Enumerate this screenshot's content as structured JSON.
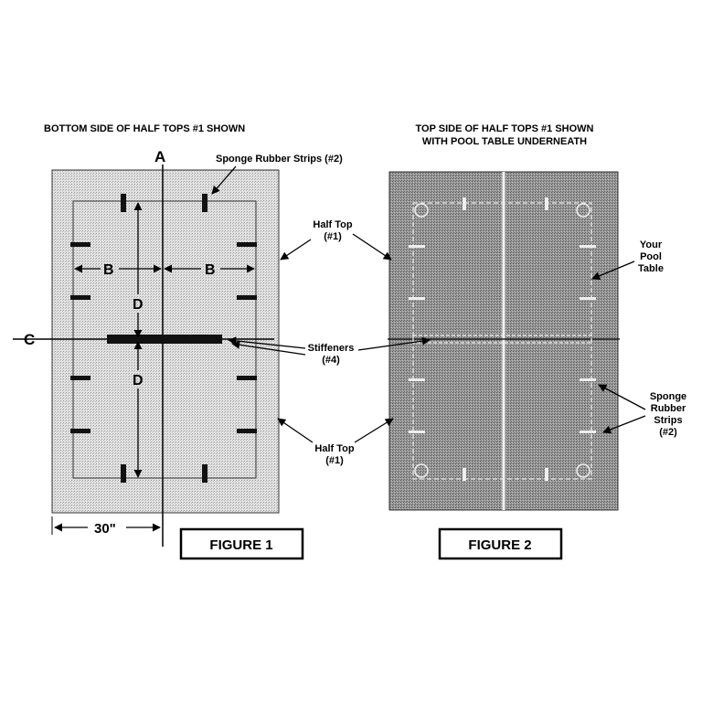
{
  "figure1": {
    "caption": "BOTTOM SIDE OF HALF TOPS #1 SHOWN",
    "axis_a": "A",
    "axis_c": "C",
    "dim_b_left": "B",
    "dim_b_right": "B",
    "dim_d_top": "D",
    "dim_d_bottom": "D",
    "dim_30": "30\"",
    "label": "FIGURE 1"
  },
  "figure2": {
    "caption_line1": "TOP SIDE OF HALF TOPS #1 SHOWN",
    "caption_line2": "WITH POOL TABLE UNDERNEATH",
    "label": "FIGURE 2"
  },
  "callouts": {
    "sponge_top": "Sponge Rubber Strips (#2)",
    "half_top_1_line1": "Half Top",
    "half_top_1_line2": "(#1)",
    "stiffeners_line1": "Stiffeners",
    "stiffeners_line2": "(#4)",
    "half_top_2_line1": "Half Top",
    "half_top_2_line2": "(#1)",
    "your_pool_line1": "Your",
    "your_pool_line2": "Pool",
    "your_pool_line3": "Table",
    "sponge_right_line1": "Sponge",
    "sponge_right_line2": "Rubber",
    "sponge_right_line3": "Strips",
    "sponge_right_line4": "(#2)"
  },
  "colors": {
    "fig1_fill": "#d9d9d9",
    "fig2_fill": "#8a8a8a",
    "ink": "#000000"
  }
}
